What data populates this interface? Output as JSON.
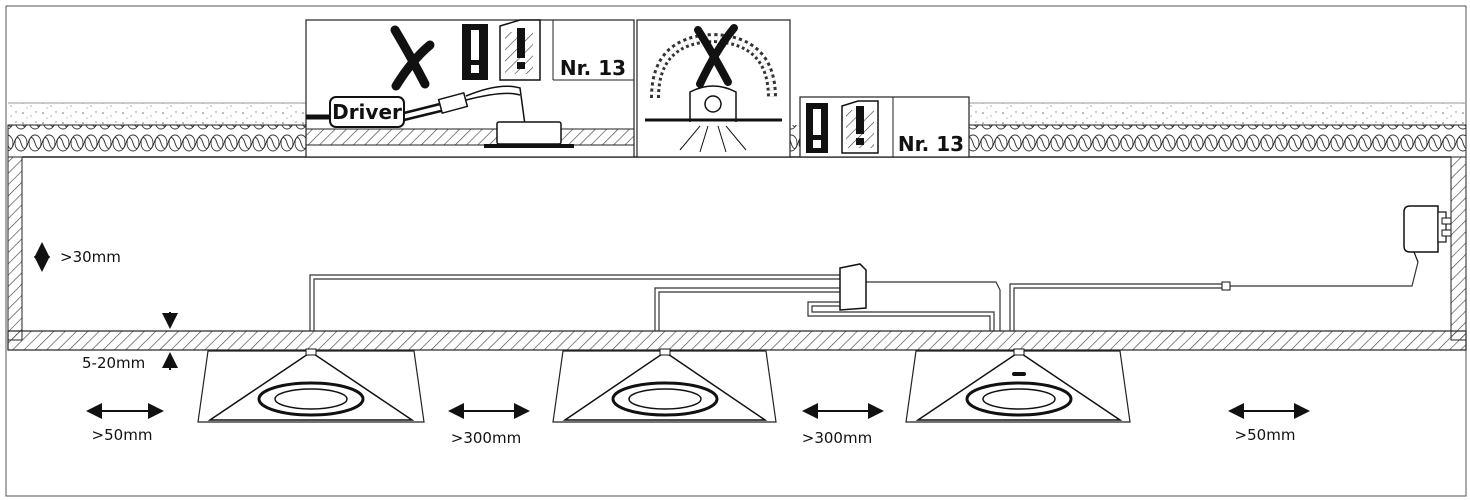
{
  "panels": {
    "driver_panel": {
      "driver_label": "Driver",
      "note": "Nr. 13"
    },
    "insulation_panel": {},
    "warning_panel": {
      "note": "Nr. 13"
    }
  },
  "dimensions": {
    "clearance_above": ">30mm",
    "board_thickness": "5-20mm",
    "edge_left": ">50mm",
    "spacing_1": ">300mm",
    "spacing_2": ">300mm",
    "edge_right": ">50mm"
  },
  "colors": {
    "line": "#1a1a1a",
    "hatch": "#444444",
    "background": "#ffffff"
  }
}
